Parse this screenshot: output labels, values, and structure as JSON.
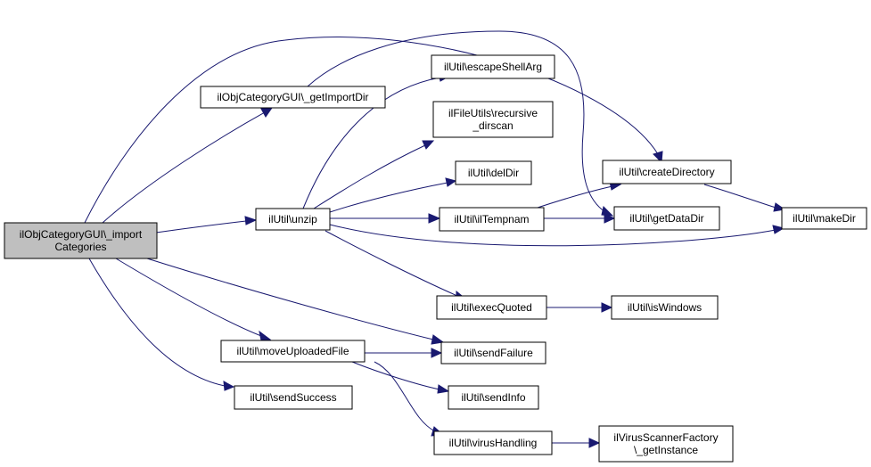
{
  "colors": {
    "edge": "#191970",
    "node_fill": "#ffffff",
    "root_fill": "#bfbfbf",
    "node_border": "#000000"
  },
  "nodes": {
    "root": [
      "ilObjCategoryGUI\\_import",
      "Categories"
    ],
    "getImportDir": [
      "ilObjCategoryGUI\\_getImportDir"
    ],
    "unzip": [
      "ilUtil\\unzip"
    ],
    "moveUploadedFile": [
      "ilUtil\\moveUploadedFile"
    ],
    "sendSuccess": [
      "ilUtil\\sendSuccess"
    ],
    "escapeShellArg": [
      "ilUtil\\escapeShellArg"
    ],
    "recursive_dirscan": [
      "ilFileUtils\\recursive",
      "_dirscan"
    ],
    "delDir": [
      "ilUtil\\delDir"
    ],
    "ilTempnam": [
      "ilUtil\\ilTempnam"
    ],
    "execQuoted": [
      "ilUtil\\execQuoted"
    ],
    "sendFailure": [
      "ilUtil\\sendFailure"
    ],
    "sendInfo": [
      "ilUtil\\sendInfo"
    ],
    "virusHandling": [
      "ilUtil\\virusHandling"
    ],
    "createDirectory": [
      "ilUtil\\createDirectory"
    ],
    "getDataDir": [
      "ilUtil\\getDataDir"
    ],
    "makeDir": [
      "ilUtil\\makeDir"
    ],
    "isWindows": [
      "ilUtil\\isWindows"
    ],
    "getInstance": [
      "ilVirusScannerFactory",
      "\\_getInstance"
    ]
  }
}
